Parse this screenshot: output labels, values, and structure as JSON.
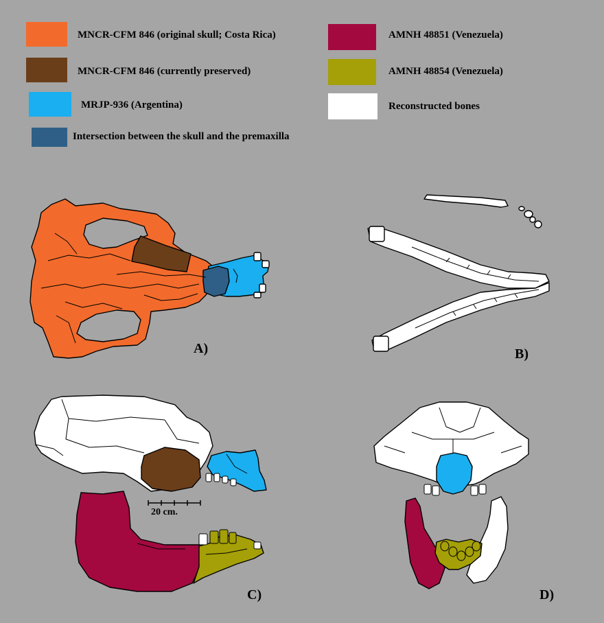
{
  "legend": {
    "items": [
      {
        "label": "MNCR-CFM 846 (original skull; Costa Rica)",
        "color": "#f26b2c"
      },
      {
        "label": "MNCR-CFM 846 (currently preserved)",
        "color": "#6b3e1a"
      },
      {
        "label": "MRJP-936 (Argentina)",
        "color": "#1aaff0"
      },
      {
        "label": "Intersection between the skull and the premaxilla",
        "color": "#2f5f86"
      },
      {
        "label": "AMNH 48851 (Venezuela)",
        "color": "#a3093f"
      },
      {
        "label": "AMNH 48854 (Venezuela)",
        "color": "#a5a007"
      },
      {
        "label": "Reconstructed bones",
        "color": "#ffffff"
      }
    ]
  },
  "panels": {
    "a": "A)",
    "b": "B)",
    "c": "C)",
    "d": "D)"
  },
  "scale_bar": {
    "label": "20 cm."
  }
}
